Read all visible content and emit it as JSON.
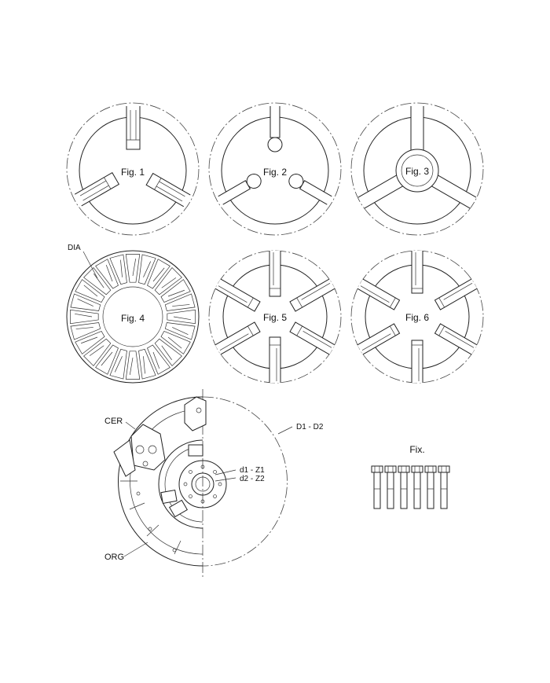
{
  "figures": {
    "fig1": "Fig. 1",
    "fig2": "Fig. 2",
    "fig3": "Fig. 3",
    "fig4": "Fig. 4",
    "fig5": "Fig. 5",
    "fig6": "Fig. 6"
  },
  "callouts": {
    "dia": "DIA",
    "cer": "CER",
    "org": "ORG",
    "d1_d2": "D1 - D2",
    "d1_z1": "d1 - Z1",
    "d2_z2": "d2 - Z2"
  },
  "fixings": {
    "label": "Fix.",
    "bolt_count": 6
  },
  "colors": {
    "line": "#222222",
    "background": "#ffffff"
  }
}
